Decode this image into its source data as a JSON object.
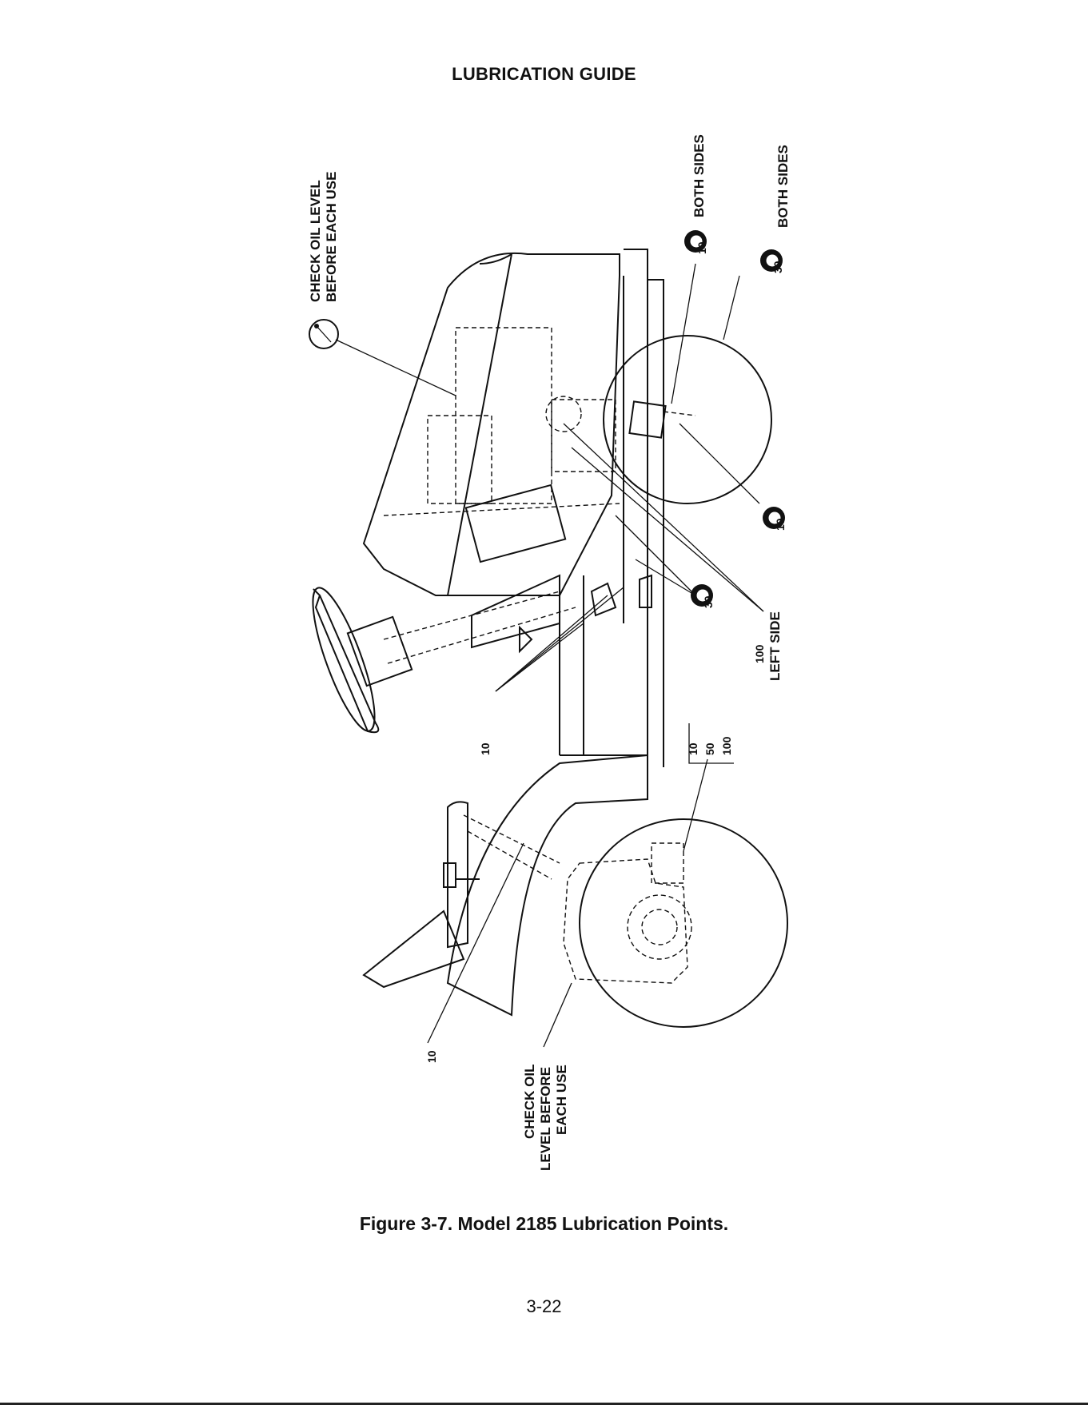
{
  "header": {
    "title": "LUBRICATION GUIDE"
  },
  "figure": {
    "caption": "Figure 3-7. Model 2185 Lubrication Points.",
    "callouts": {
      "engine_oil_top": [
        "CHECK OIL LEVEL",
        "BEFORE EACH USE"
      ],
      "both_sides_1": "BOTH SIDES",
      "both_sides_2": "BOTH SIDES",
      "left_side_hours": "100",
      "left_side": "LEFT SIDE",
      "middle_hours": "10",
      "rear_hours_list": [
        "10",
        "50",
        "100"
      ],
      "seat_hours": "10",
      "transmission_oil": [
        "CHECK OIL",
        "LEVEL BEFORE",
        "EACH USE"
      ],
      "grease_badge_1": "10",
      "grease_badge_2": "30",
      "grease_badge_3": "30",
      "grease_badge_4": "10"
    },
    "icons": [
      "oil-dipstick-icon",
      "grease-gun-icon",
      "hour-symbol-icon"
    ]
  },
  "footer": {
    "page_number": "3-22"
  }
}
